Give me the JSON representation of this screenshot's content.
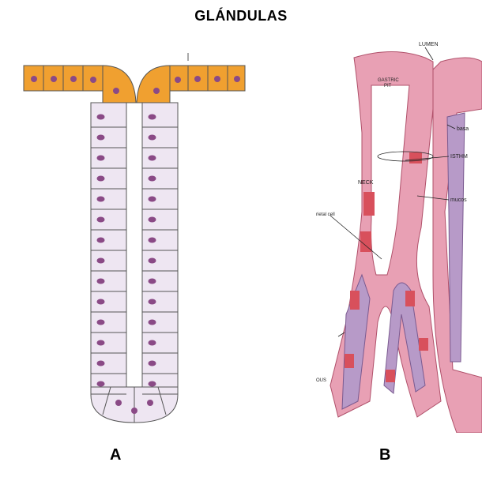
{
  "title": "GLÁNDULAS",
  "panel_a": {
    "caption": "A"
  },
  "panel_b": {
    "caption": "B",
    "labels": {
      "lumen": "LUMEN",
      "gastric_pit_1": "GASTRIC",
      "gastric_pit_2": "PIT",
      "basal": "basa",
      "isthmus": "ISTHM",
      "neck": "NECK",
      "mucous": "mucos",
      "parietal_cell": "rietal cell",
      "mucous_bottom": "OUS"
    }
  },
  "colors": {
    "surface_cell": "#f0a030",
    "gland_cell": "#eee6f2",
    "nucleus": "#8a4a86",
    "tissue_pink": "#e8a0b4",
    "tissue_purple": "#b79ac8",
    "parietal_red": "#d8505c"
  }
}
